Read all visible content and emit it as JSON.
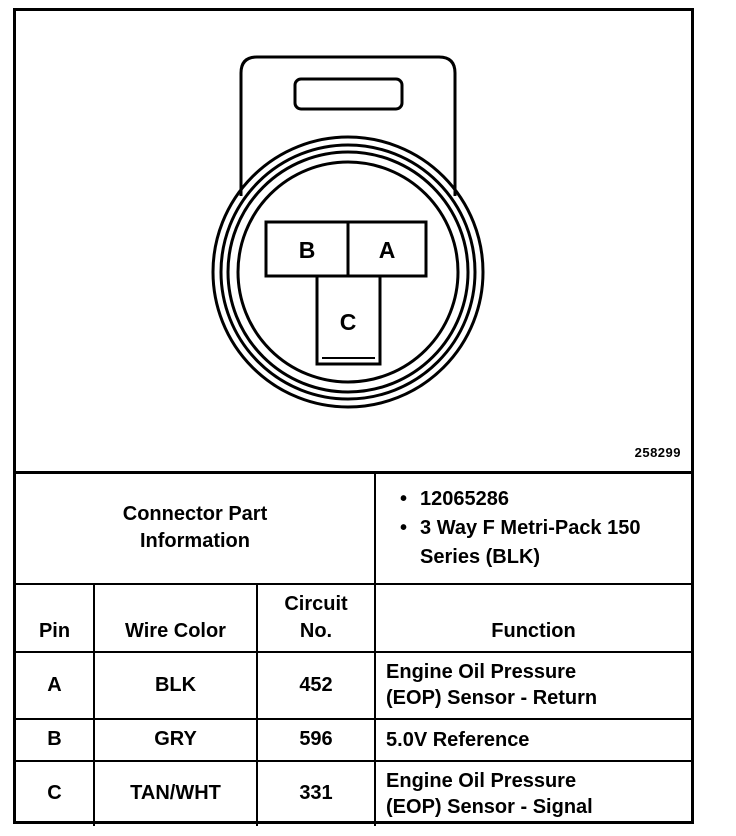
{
  "figure_number": "258299",
  "connector": {
    "pins": [
      {
        "id": "pin-b-label",
        "label": "B"
      },
      {
        "id": "pin-a-label",
        "label": "A"
      },
      {
        "id": "pin-c-label",
        "label": "C"
      }
    ]
  },
  "part_info": {
    "label_line1": "Connector Part",
    "label_line2": "Information",
    "items": [
      "12065286",
      "3 Way F Metri-Pack 150",
      "Series (BLK)"
    ]
  },
  "table": {
    "headers": {
      "pin": "Pin",
      "wire_color": "Wire Color",
      "circuit_line1": "Circuit",
      "circuit_line2": "No.",
      "function": "Function"
    },
    "rows": [
      {
        "pin": "A",
        "wire_color": "BLK",
        "circuit": "452",
        "function_line1": "Engine Oil Pressure",
        "function_line2": "(EOP) Sensor - Return"
      },
      {
        "pin": "B",
        "wire_color": "GRY",
        "circuit": "596",
        "function_line1": "5.0V Reference",
        "function_line2": ""
      },
      {
        "pin": "C",
        "wire_color": "TAN/WHT",
        "circuit": "331",
        "function_line1": "Engine Oil Pressure",
        "function_line2": "(EOP) Sensor - Signal"
      }
    ]
  }
}
